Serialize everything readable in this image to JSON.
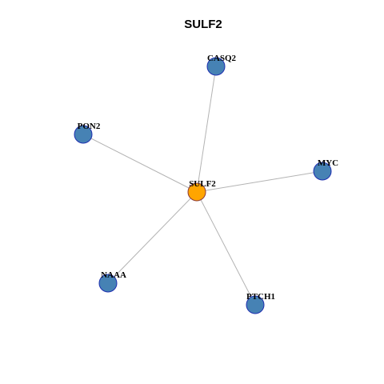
{
  "title": "SULF2",
  "colors": {
    "center_fill": "#FFA500",
    "center_stroke": "#8B3A3A",
    "node_fill": "#4682B4",
    "node_stroke": "#1E2FB0",
    "edge": "#B3B3B3"
  },
  "nodes": [
    {
      "id": "SULF2",
      "label": "SULF2",
      "role": "center"
    },
    {
      "id": "CASQ2",
      "label": "CASQ2",
      "role": "neighbor"
    },
    {
      "id": "PON2",
      "label": "PON2",
      "role": "neighbor"
    },
    {
      "id": "MYC",
      "label": "MYC",
      "role": "neighbor"
    },
    {
      "id": "NAAA",
      "label": "NAAA",
      "role": "neighbor"
    },
    {
      "id": "PTCH1",
      "label": "PTCH1",
      "role": "neighbor"
    }
  ],
  "edges": [
    {
      "source": "SULF2",
      "target": "CASQ2"
    },
    {
      "source": "SULF2",
      "target": "PON2"
    },
    {
      "source": "SULF2",
      "target": "MYC"
    },
    {
      "source": "SULF2",
      "target": "NAAA"
    },
    {
      "source": "SULF2",
      "target": "PTCH1"
    }
  ]
}
